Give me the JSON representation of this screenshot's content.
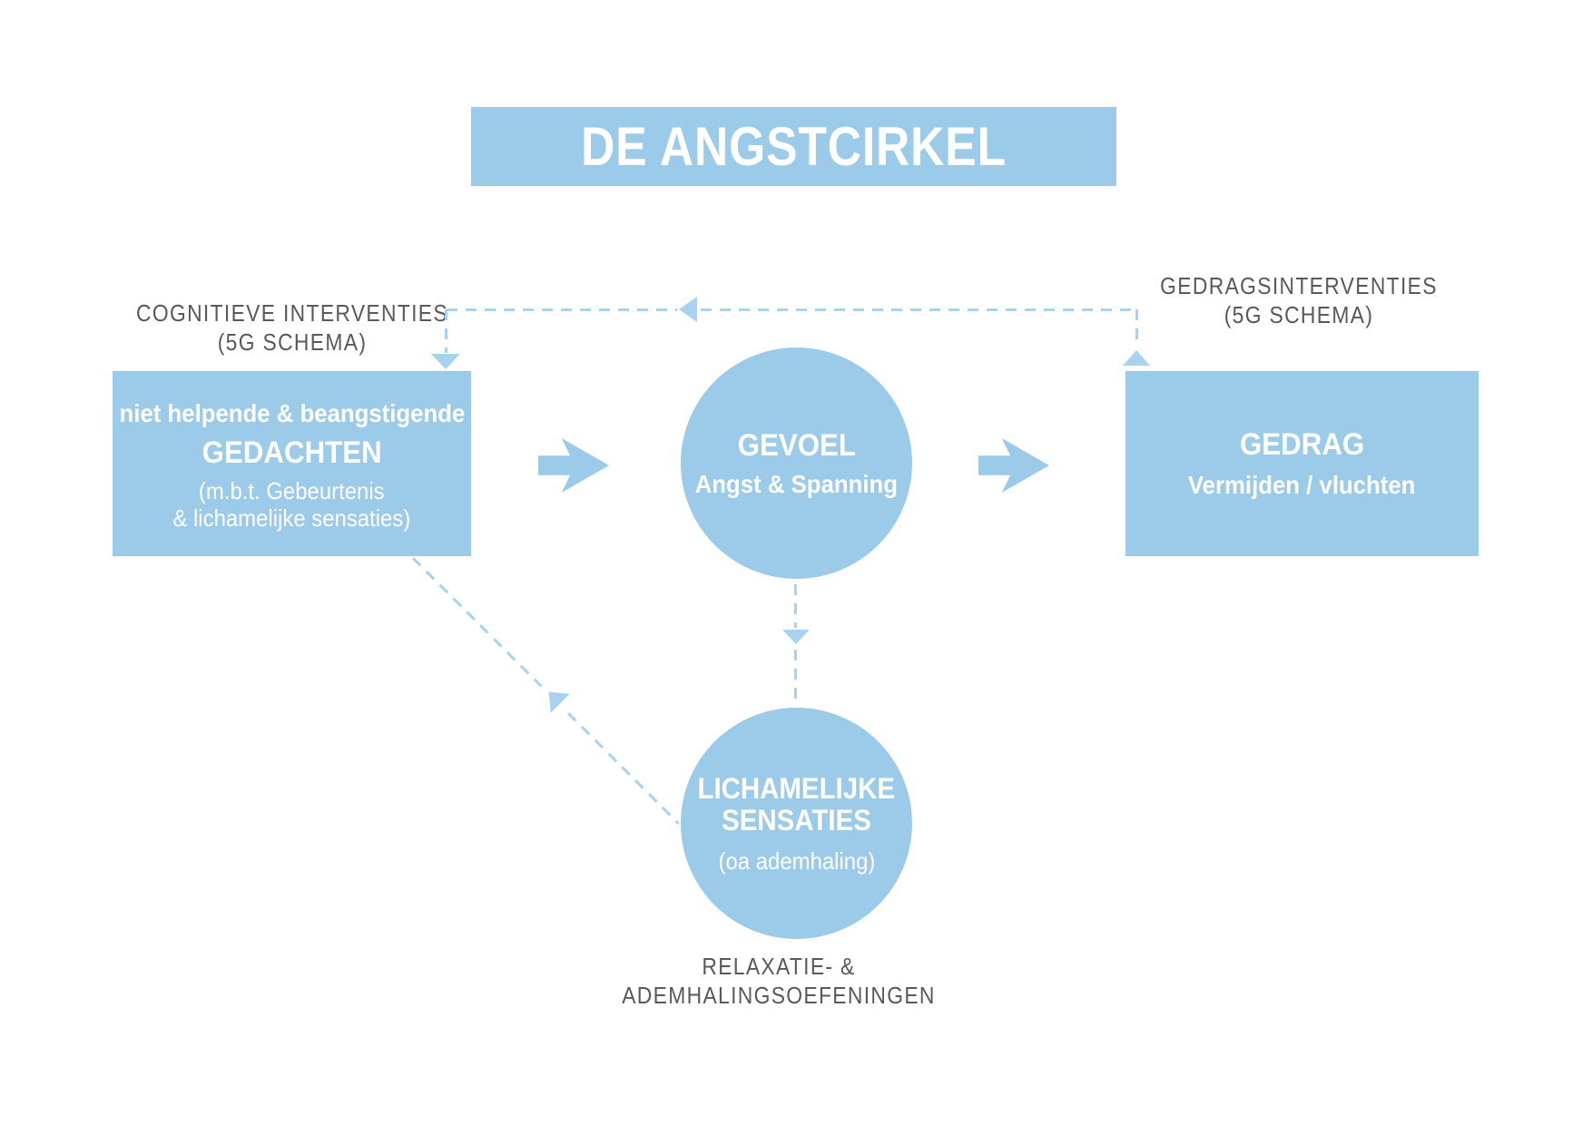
{
  "title": {
    "text": "DE ANGSTCIRKEL"
  },
  "labels": {
    "cognitive_interventions": {
      "line1": "COGNITIEVE INTERVENTIES",
      "line2": "(5G SCHEMA)"
    },
    "behavioral_interventions": {
      "line1": "GEDRAGSINTERVENTIES",
      "line2": "(5G SCHEMA)"
    },
    "relaxation": {
      "line1": "RELAXATIE- &",
      "line2": "ADEMHALINGSOEFENINGEN"
    }
  },
  "nodes": {
    "thoughts": {
      "subtitle": "niet helpende & beangstigende",
      "title": "GEDACHTEN",
      "note1": "(m.b.t. Gebeurtenis",
      "note2": "& lichamelijke sensaties)"
    },
    "feeling": {
      "title": "GEVOEL",
      "subtitle": "Angst & Spanning"
    },
    "behavior": {
      "title": "GEDRAG",
      "subtitle": "Vermijden / vluchten"
    },
    "sensations": {
      "title1": "LICHAMELIJKE",
      "title2": "SENSATIES",
      "note": "(oa ademhaling)"
    }
  },
  "colors": {
    "fill-blue": "#9ccae9",
    "dash-blue": "#a7d3f0",
    "label-gray": "#58595b",
    "text-white": "#ffffff"
  }
}
